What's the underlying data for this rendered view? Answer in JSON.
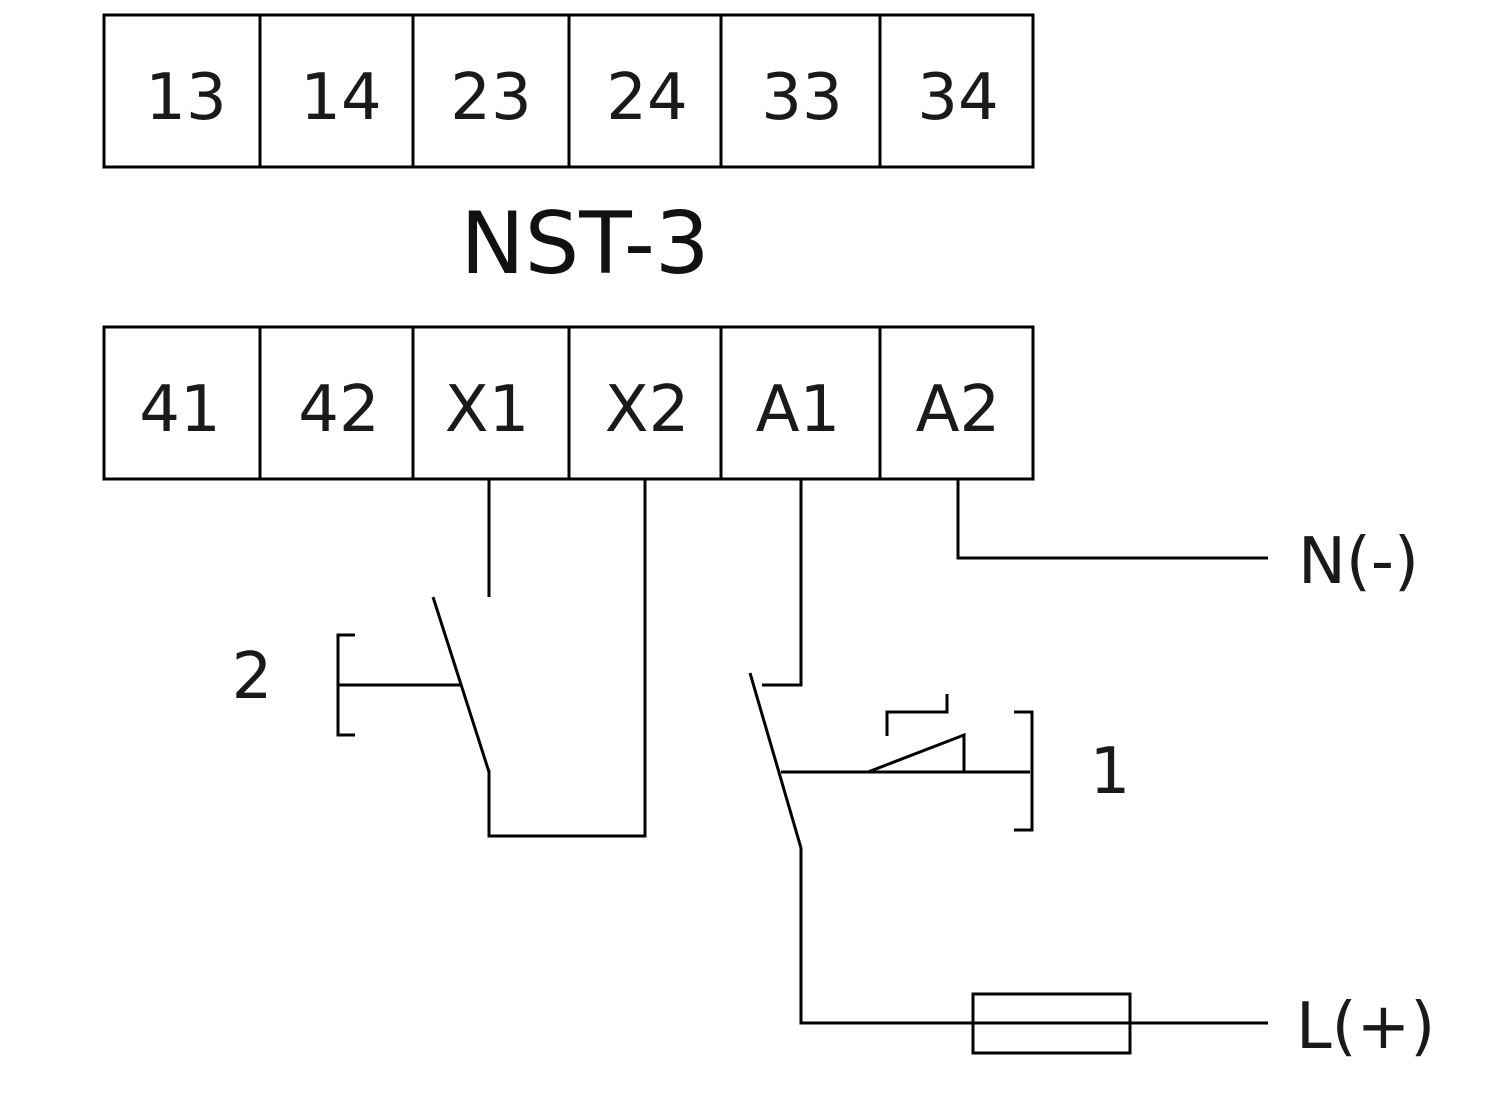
{
  "device": {
    "name": "NST-3",
    "top_terminals": [
      "13",
      "14",
      "23",
      "24",
      "33",
      "34"
    ],
    "bottom_terminals": [
      "41",
      "42",
      "X1",
      "X2",
      "A1",
      "A2"
    ]
  },
  "labels": {
    "neutral": "N(-)",
    "line": "L(+)",
    "switch_2": "2",
    "switch_1": "1"
  },
  "colors": {
    "line": "#000000",
    "text": "#1a1a1a",
    "background": "#ffffff"
  }
}
